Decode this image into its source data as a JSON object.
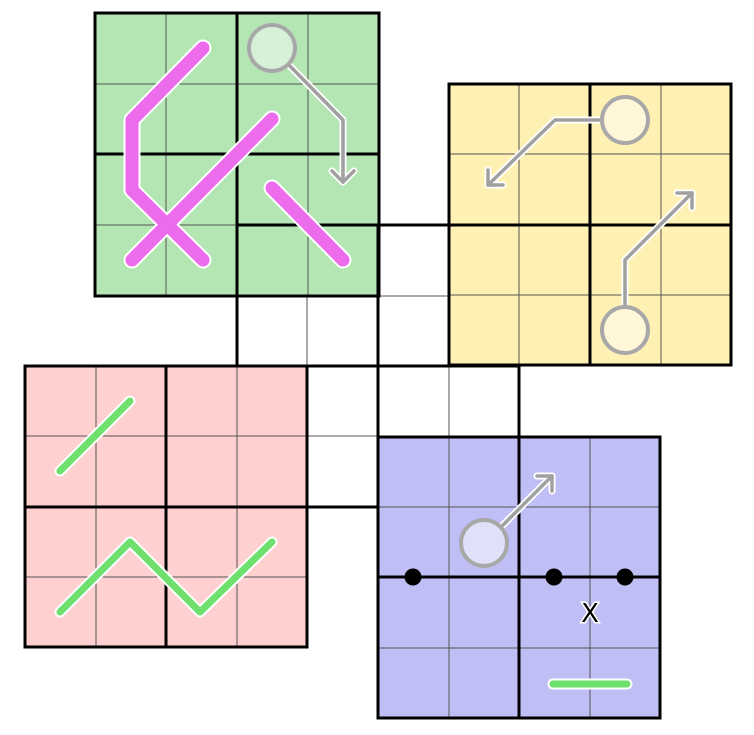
{
  "puzzle": {
    "regions": [
      {
        "name": "green-region",
        "color": "#b3e6b3",
        "cells": "4x4"
      },
      {
        "name": "yellow-region",
        "color": "#fff0b3",
        "cells": "4x4"
      },
      {
        "name": "pink-region",
        "color": "#ffd0d0",
        "cells": "4x4"
      },
      {
        "name": "blue-region",
        "color": "#bfbff5",
        "cells": "4x4"
      }
    ],
    "central_cells": "white",
    "line_colors": {
      "magenta": "#ec6cec",
      "green": "#6de06d",
      "arrow": "#a0a0a0",
      "thick_border": "#000000",
      "thin_grid": "#555555"
    },
    "x_marker": "X",
    "dot_color": "#000000"
  }
}
